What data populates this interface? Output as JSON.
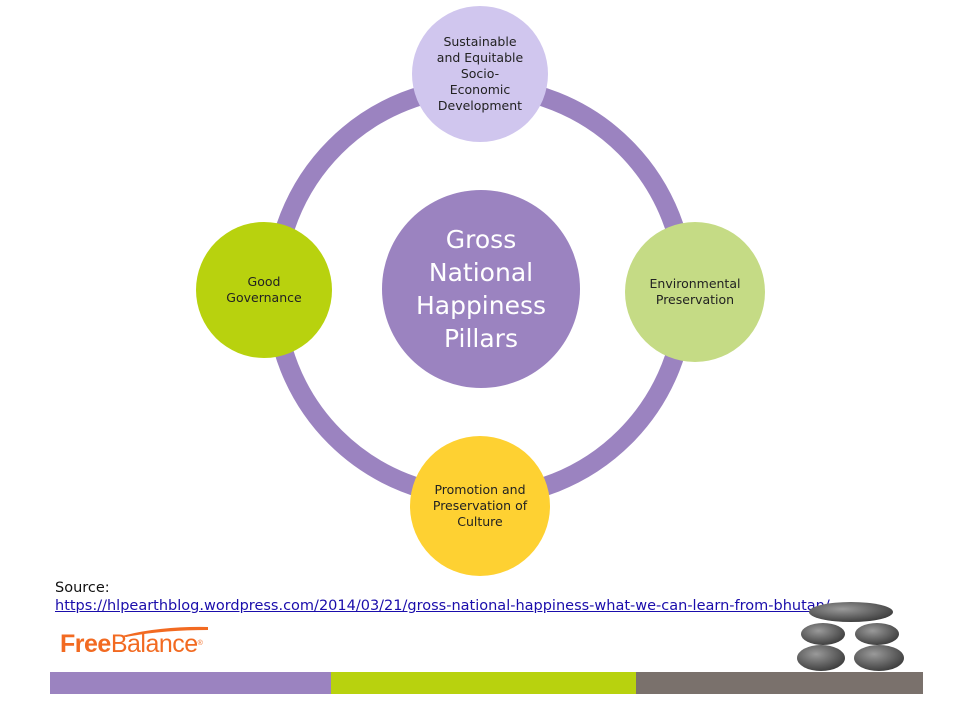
{
  "diagram": {
    "center": {
      "label": "Gross National Happiness Pillars",
      "color": "#9b83c0"
    },
    "ring_color": "#9b83c0",
    "pillars": [
      {
        "label": "Sustainable\nand Equitable\nSocio-\nEconomic\nDevelopment",
        "color": "#d0c6ee"
      },
      {
        "label": "Environmental\nPreservation",
        "color": "#c5db85"
      },
      {
        "label": "Promotion and\nPreservation of\nCulture",
        "color": "#fed132"
      },
      {
        "label": "Good\nGovernance",
        "color": "#b8d20e"
      }
    ]
  },
  "source": {
    "label": "Source:",
    "url": "https://hlpearthblog.wordpress.com/2014/03/21/gross-national-happiness-what-we-can-learn-from-bhutan/"
  },
  "logo": {
    "free": "Free",
    "balance": "Balance",
    "reg": "®"
  },
  "footer_colors": [
    "#9b83c0",
    "#b8d20e",
    "#7a716c"
  ]
}
